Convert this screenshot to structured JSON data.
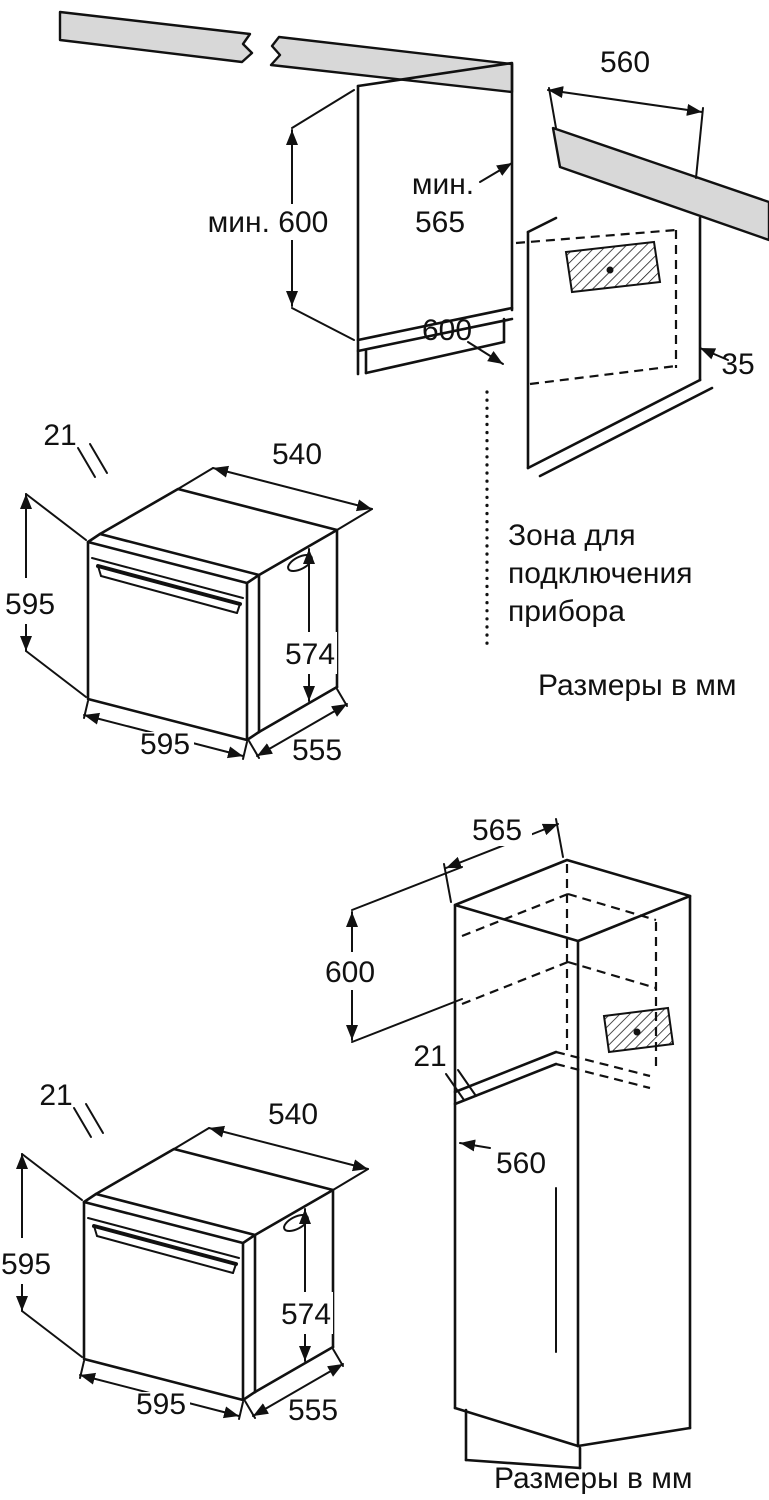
{
  "page": {
    "background": "#ffffff",
    "line_color": "#111111",
    "counter_color": "#d8d8d8"
  },
  "top_diagram": {
    "dim_width_top": "560",
    "dim_min_height": "мин. 600",
    "dim_min_prefix": "мин.",
    "dim_min_depth": "565",
    "dim_bottom_width": "600",
    "dim_rear_gap": "35",
    "zone_label_line1": "Зона для",
    "zone_label_line2": "подключения",
    "zone_label_line3": "прибора",
    "units_label": "Размеры в мм"
  },
  "oven_top": {
    "dim_door_offset": "21",
    "dim_top_width": "540",
    "dim_height": "595",
    "dim_side_height": "574",
    "dim_front_width": "595",
    "dim_depth": "555"
  },
  "bottom_diagram": {
    "dim_depth_top": "565",
    "dim_section_height": "600",
    "dim_shelf_offset": "21",
    "dim_inner_width": "560",
    "units_label": "Размеры в мм"
  },
  "oven_bottom": {
    "dim_door_offset": "21",
    "dim_top_width": "540",
    "dim_height": "595",
    "dim_side_height": "574",
    "dim_front_width": "595",
    "dim_depth": "555"
  }
}
